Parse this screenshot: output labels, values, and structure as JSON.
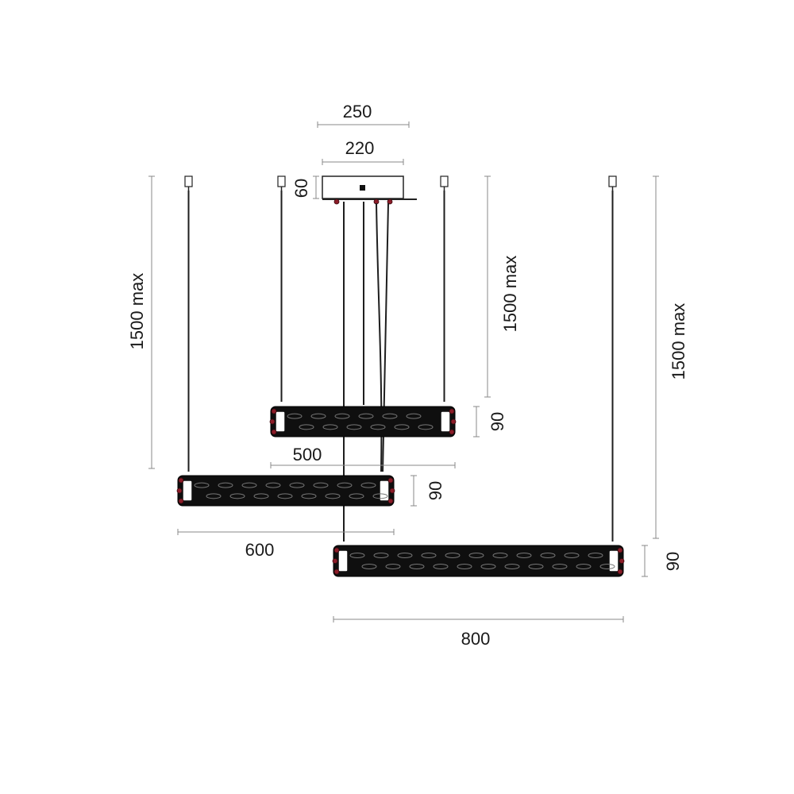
{
  "dimensions": {
    "canopy_width": "250",
    "canopy_inner_width": "220",
    "canopy_height": "60",
    "drop_left": "1500 max",
    "drop_middle": "1500 max",
    "drop_right": "1500 max",
    "bar_small_length": "500",
    "bar_small_height": "90",
    "bar_medium_length": "600",
    "bar_medium_height": "90",
    "bar_large_length": "800",
    "bar_large_height": "90"
  },
  "colors": {
    "bar": "#0f0f0f",
    "accent_bolts": "#8b1c28",
    "dimension_lines": "#8a8a8a",
    "text": "#1a1a1a"
  }
}
